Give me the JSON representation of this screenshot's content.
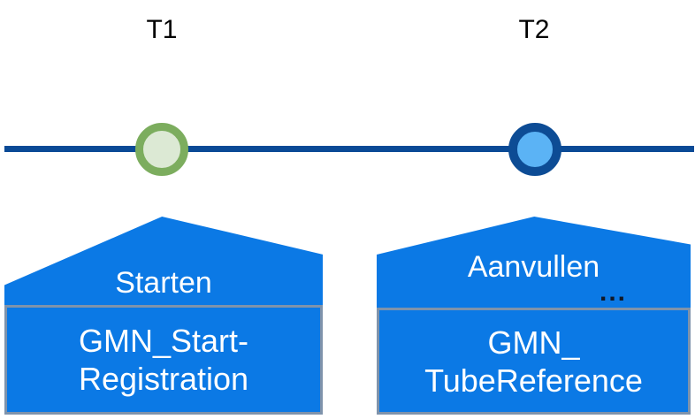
{
  "diagram": {
    "type": "timeline",
    "axis": {
      "name": "time-axis",
      "color": "#0A4A96"
    },
    "time_labels": [
      {
        "id": "t1",
        "text": "T1"
      },
      {
        "id": "t2",
        "text": "T2"
      }
    ],
    "markers": [
      {
        "id": "marker-t1",
        "icon": "circle-marker-icon",
        "fill_color": "#DCE9D4",
        "border_color": "#7CAD5E"
      },
      {
        "id": "marker-t2",
        "icon": "circle-marker-icon",
        "fill_color": "#5BB3F5",
        "border_color": "#0D4C95"
      }
    ],
    "events": [
      {
        "id": "event-starten",
        "action_label": "Starten",
        "ellipsis": "",
        "object_label": "GMN_Start-Registration",
        "shape_color": "#0B79E5",
        "border_color": "#7F93AB"
      },
      {
        "id": "event-aanvullen",
        "action_label": "Aanvullen",
        "ellipsis": "...",
        "object_label": "GMN_ TubeReference",
        "shape_color": "#0B79E5",
        "border_color": "#7F93AB"
      }
    ]
  }
}
